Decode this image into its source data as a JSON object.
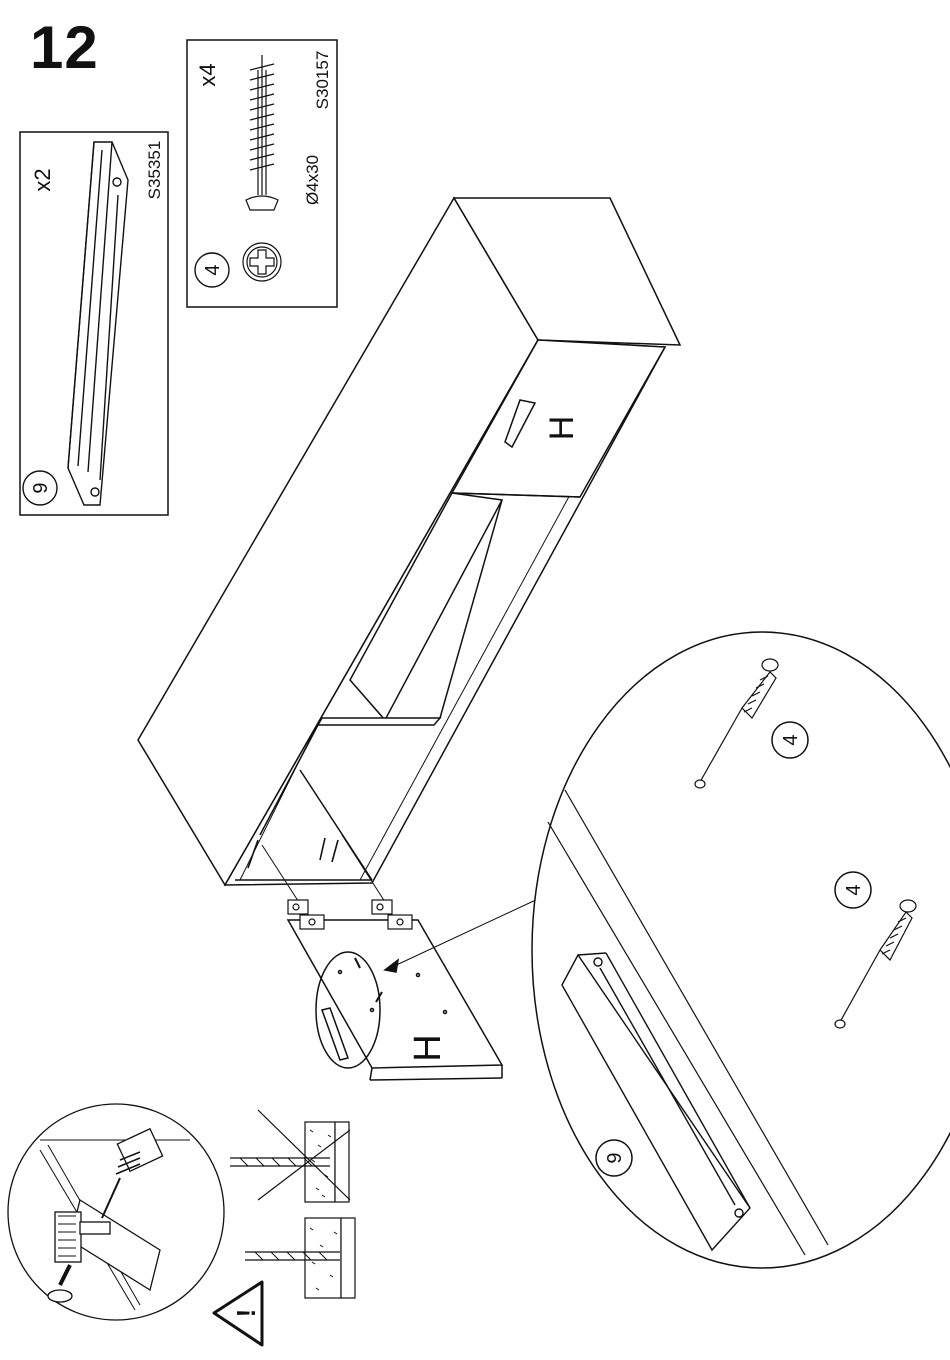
{
  "step": {
    "number": "12"
  },
  "parts": [
    {
      "qty": "x2",
      "code": "S35351",
      "callout": "9",
      "icon": "handle-icon"
    },
    {
      "qty": "x4",
      "code": "S30157",
      "size": "Ø4x30",
      "callout": "4",
      "icon": "screw-icon"
    }
  ],
  "cabinet": {
    "door_label": "H",
    "front_door_label": "H"
  },
  "detail": {
    "screw_callout_a": "4",
    "screw_callout_b": "4",
    "handle_callout": "9"
  },
  "warning": {
    "symbol": "!"
  }
}
